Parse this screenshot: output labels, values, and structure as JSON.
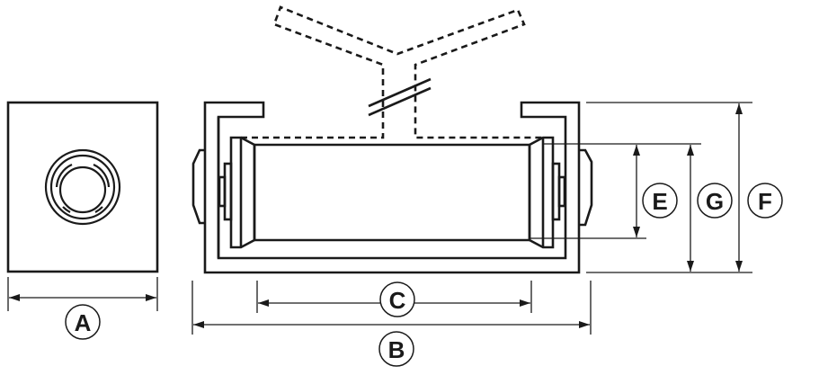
{
  "diagram": {
    "labels": {
      "A": "A",
      "B": "B",
      "C": "C",
      "E": "E",
      "F": "F",
      "G": "G"
    },
    "colors": {
      "line": "#1a1a1a",
      "background": "#ffffff"
    }
  }
}
